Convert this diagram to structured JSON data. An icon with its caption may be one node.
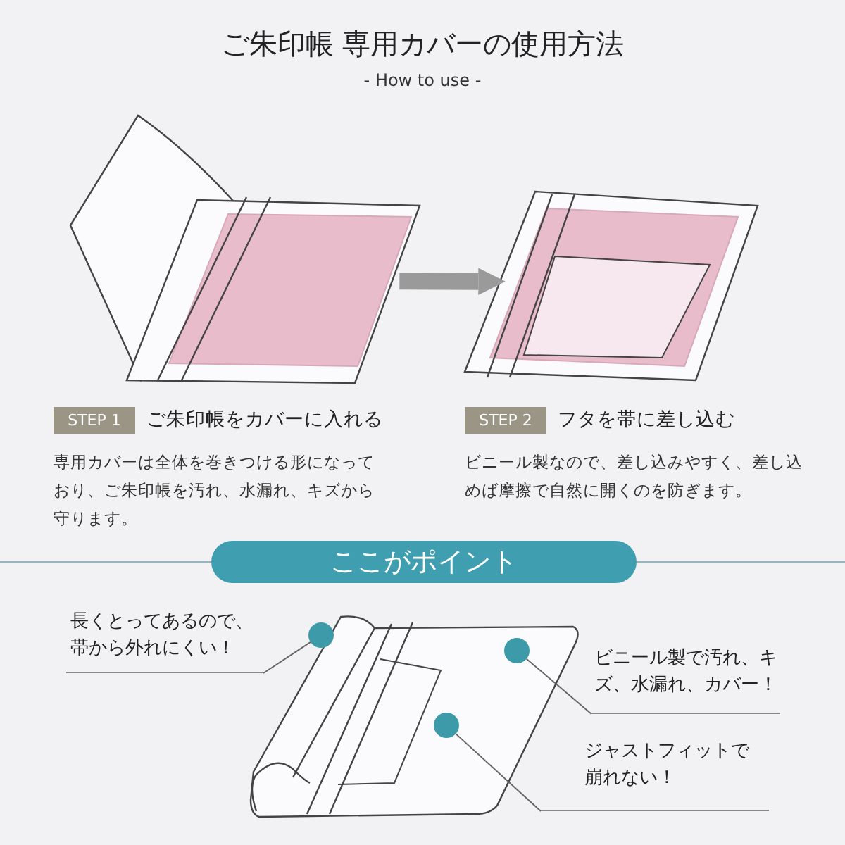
{
  "diagram": {
    "title": "ご朱印帳 専用カバーの使用方法",
    "nodes": [
      {
        "text": [],
        "shape": "picture"
      },
      {
        "text": [],
        "shape": "picture"
      },
      {
        "text": [
          "STEP 1"
        ]
      },
      {
        "text": [
          "STEP 2"
        ]
      },
      {
        "text": [
          "ここがポイント"
        ]
      },
      {
        "text": [
          "長くとってあるので、帯から外れにくい！"
        ]
      },
      {
        "text": [],
        "shape": "picture"
      },
      {
        "text": [],
        "shape": "circle",
        "in": 6
      },
      {
        "text": [],
        "shape": "circle",
        "in": 6
      },
      {
        "text": [],
        "shape": "circle",
        "in": 6
      },
      {
        "text": [
          "ビニール製で汚れ、キズ、水漏れ、カバー！"
        ]
      },
      {
        "text": [
          "ジャストフィットで崩れない！"
        ]
      }
    ],
    "edges": [
      {
        "from": 0,
        "to": 1,
        "arrow": "to",
        "style": "thick",
        "color": "#9a9a9a"
      },
      {
        "from": 5,
        "to": 7,
        "arrow": "none"
      },
      {
        "from": 10,
        "to": 8,
        "arrow": "none"
      },
      {
        "from": 11,
        "to": 9,
        "arrow": "none"
      }
    ],
    "labels": [
      "- How to use -",
      "ご朱印帳をカバーに入れる",
      "フタを帯に差し込む",
      "専用カバーは全体を巻きつける形になっており、ご朱印帳を汚れ、水漏れ、キズから守ります。",
      "ビニール製なので、差し込みやすく、差し込めば摩擦で自然に開くのを防ぎます。"
    ]
  }
}
